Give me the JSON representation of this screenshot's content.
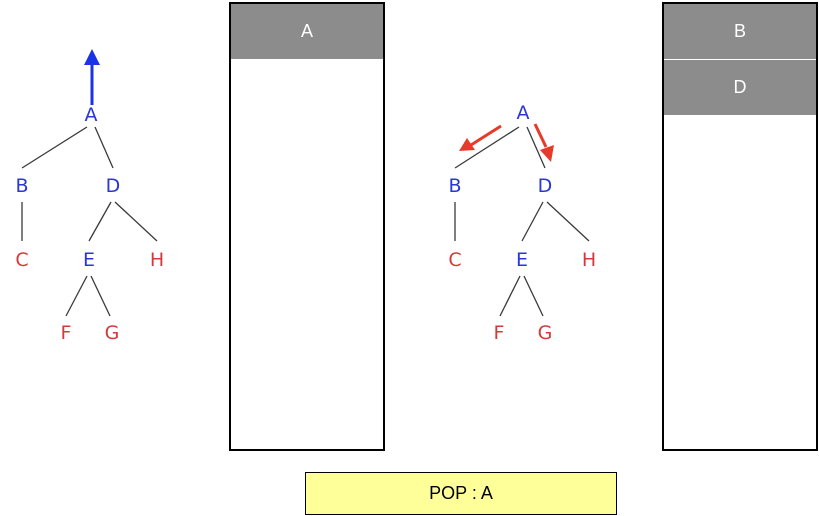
{
  "colors": {
    "visited": "#2a36d6",
    "unvisited": "#d43a3a",
    "edge": "#3a3a3a",
    "push_arrow": "#1a33e6",
    "child_arrow": "#e63a2a",
    "stack_cell": "#8c8c8c",
    "status_bg": "#ffff99"
  },
  "left_panel": {
    "nodes": {
      "A": {
        "label": "A",
        "state": "visited"
      },
      "B": {
        "label": "B",
        "state": "visited"
      },
      "D": {
        "label": "D",
        "state": "visited"
      },
      "C": {
        "label": "C",
        "state": "unvisited"
      },
      "E": {
        "label": "E",
        "state": "visited"
      },
      "H": {
        "label": "H",
        "state": "unvisited"
      },
      "F": {
        "label": "F",
        "state": "unvisited"
      },
      "G": {
        "label": "G",
        "state": "unvisited"
      }
    },
    "arrow": "up-arrow-icon"
  },
  "left_stack": [
    "A"
  ],
  "right_panel": {
    "nodes": {
      "A": {
        "label": "A",
        "state": "visited"
      },
      "B": {
        "label": "B",
        "state": "visited"
      },
      "D": {
        "label": "D",
        "state": "visited"
      },
      "C": {
        "label": "C",
        "state": "unvisited"
      },
      "E": {
        "label": "E",
        "state": "visited"
      },
      "H": {
        "label": "H",
        "state": "unvisited"
      },
      "F": {
        "label": "F",
        "state": "unvisited"
      },
      "G": {
        "label": "G",
        "state": "unvisited"
      }
    },
    "arrows": [
      "down-left-arrow-icon",
      "down-right-arrow-icon"
    ]
  },
  "right_stack": [
    "B",
    "D"
  ],
  "status": {
    "text": "POP : A"
  }
}
